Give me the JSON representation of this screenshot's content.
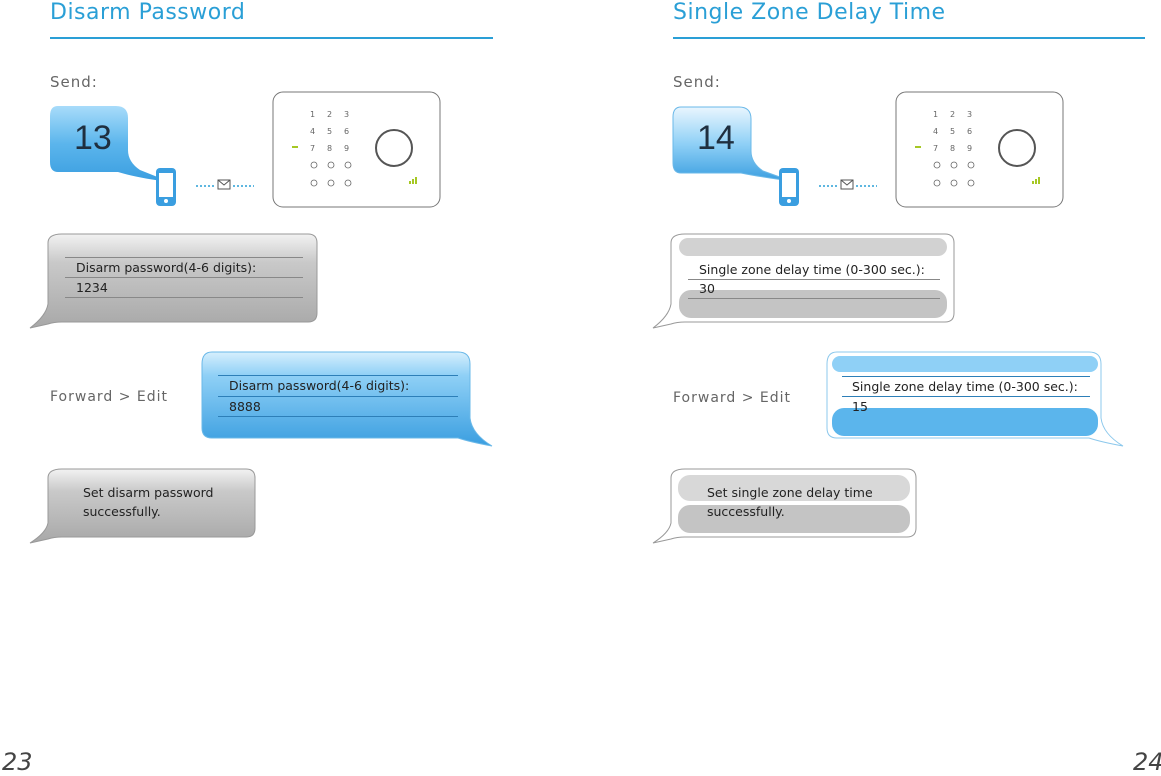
{
  "left": {
    "title": "Disarm Password",
    "send_label": "Send:",
    "code": "13",
    "reply": {
      "label": "Disarm password(4-6 digits):",
      "value": "1234"
    },
    "forward_label": "Forward > Edit",
    "edit": {
      "label": "Disarm password(4-6 digits):",
      "value": "8888"
    },
    "confirm": {
      "line1": "Set disarm password",
      "line2": "successfully."
    },
    "page_number": "23"
  },
  "right": {
    "title": "Single Zone Delay Time",
    "send_label": "Send:",
    "code": "14",
    "reply": {
      "label": "Single zone delay time (0-300 sec.):",
      "value": "30"
    },
    "forward_label": "Forward > Edit",
    "edit": {
      "label": "Single zone delay time (0-300 sec.):",
      "value": "15"
    },
    "confirm": {
      "line1": "Set single zone delay time",
      "line2": "successfully."
    },
    "page_number": "24"
  },
  "keypad_keys": [
    "1",
    "2",
    "3",
    "4",
    "5",
    "6",
    "7",
    "8",
    "9"
  ],
  "colors": {
    "accent": "#2a9fd6",
    "bubble_blue": "#5bb5ec",
    "bubble_gray": "#b9b9b9"
  },
  "icons": [
    "phone-icon",
    "sms-envelope-icon",
    "alarm-panel-icon"
  ]
}
